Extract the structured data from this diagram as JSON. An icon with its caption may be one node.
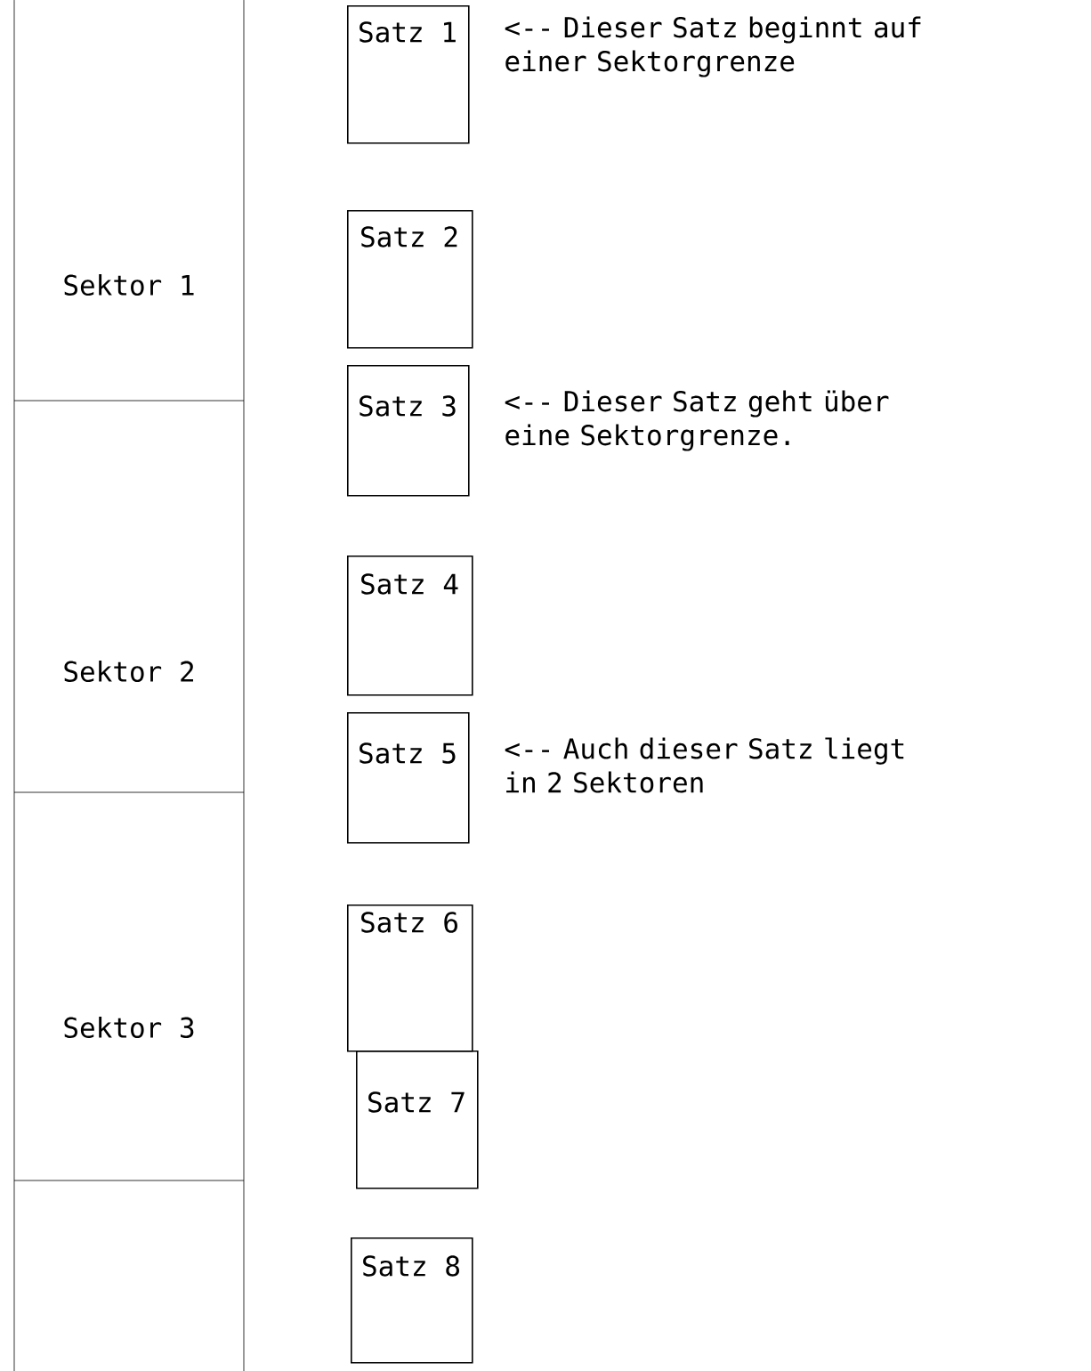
{
  "diagram": {
    "nodes": [
      {
        "text": [
          "Sektor 1"
        ]
      },
      {
        "text": [
          "Sektor 2"
        ]
      },
      {
        "text": [
          "Sektor 3"
        ]
      },
      {
        "text": [],
        "shape": "box"
      },
      {
        "text": [
          "Satz 1"
        ],
        "beside": [
          "<-- Dieser Satz beginnt auf einer Sektorgrenze"
        ]
      },
      {
        "text": [
          "Satz 2"
        ]
      },
      {
        "text": [
          "Satz 3"
        ],
        "beside": [
          "<-- Dieser Satz geht über eine Sektorgrenze."
        ]
      },
      {
        "text": [
          "Satz 4"
        ]
      },
      {
        "text": [
          "Satz 5"
        ],
        "beside": [
          "<-- Auch dieser Satz liegt in 2 Sektoren"
        ]
      },
      {
        "text": [
          "Satz 6"
        ]
      },
      {
        "text": [
          "Satz 7"
        ]
      },
      {
        "text": [
          "Satz 8"
        ]
      }
    ]
  }
}
